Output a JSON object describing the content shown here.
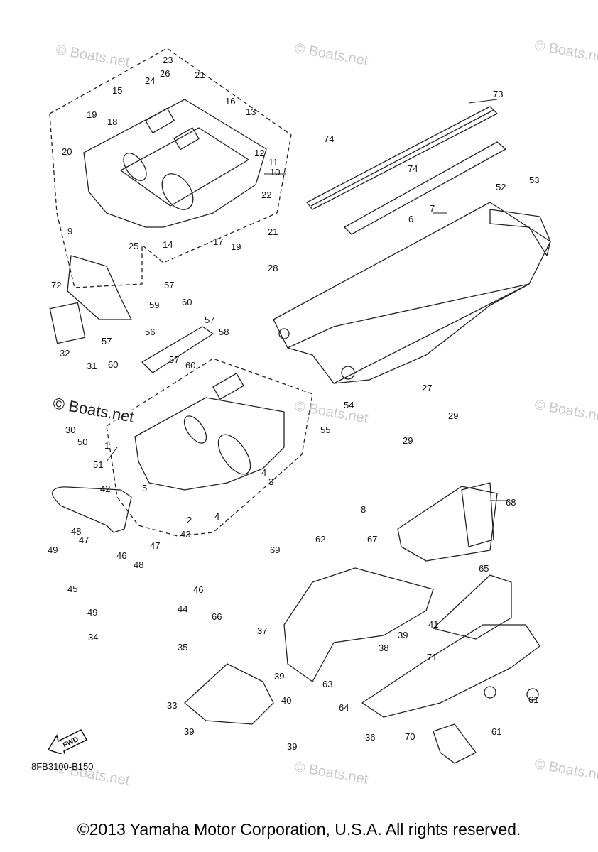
{
  "watermarks": [
    "© Boats.net",
    "© Boats.net",
    "© Boats.net",
    "© Boats.net",
    "© Boats.net",
    "© Boats.net",
    "© Boats.net",
    "© Boats.net",
    "© Boats.net"
  ],
  "watermark_bold": "© Boats.net",
  "diagram_code": "8FB3100-B150",
  "fwd_label": "FWD",
  "copyright": "©2013 Yamaha Motor Corporation, U.S.A. All rights reserved.",
  "callouts": [
    "1",
    "2",
    "3",
    "4",
    "4",
    "5",
    "6",
    "7",
    "8",
    "9",
    "10",
    "11",
    "12",
    "13",
    "14",
    "15",
    "16",
    "17",
    "18",
    "19",
    "19",
    "20",
    "21",
    "21",
    "22",
    "23",
    "24",
    "25",
    "26",
    "27",
    "28",
    "29",
    "29",
    "30",
    "31",
    "32",
    "33",
    "34",
    "35",
    "36",
    "37",
    "38",
    "39",
    "39",
    "39",
    "39",
    "40",
    "41",
    "42",
    "43",
    "44",
    "45",
    "46",
    "46",
    "47",
    "47",
    "48",
    "48",
    "49",
    "49",
    "50",
    "51",
    "52",
    "53",
    "54",
    "55",
    "56",
    "57",
    "57",
    "57",
    "57",
    "58",
    "59",
    "60",
    "60",
    "60",
    "61",
    "61",
    "62",
    "63",
    "64",
    "65",
    "66",
    "67",
    "68",
    "69",
    "70",
    "71",
    "72",
    "73",
    "74",
    "74"
  ]
}
